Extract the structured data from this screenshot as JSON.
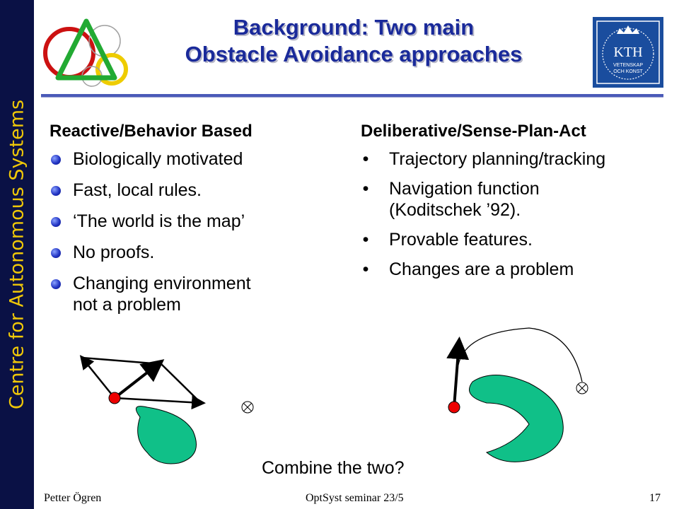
{
  "sidebar": {
    "text": "Centre for Autonomous Systems",
    "bg": "#0a1145",
    "text_color": "#f0c808"
  },
  "header": {
    "title_line1": "Background: Two main",
    "title_line2": "Obstacle Avoidance approaches",
    "title_color": "#1a2a9a",
    "kth_logo": {
      "text": "KTH",
      "subtext_line1": "VETENSKAP",
      "subtext_line2": "OCH KONST",
      "color": "#1a4d9e"
    }
  },
  "left_column": {
    "heading": "Reactive/Behavior Based",
    "items": [
      {
        "line1": "Biologically motivated",
        "line2": ""
      },
      {
        "line1": "Fast, local rules.",
        "line2": ""
      },
      {
        "line1": "‘The world is the map’",
        "line2": ""
      },
      {
        "line1": "No proofs.",
        "line2": ""
      },
      {
        "line1": "Changing environment",
        "line2": "not a problem"
      }
    ]
  },
  "right_column": {
    "heading": "Deliberative/Sense-Plan-Act",
    "bullet": "•",
    "items": [
      {
        "line1": "Trajectory planning/tracking",
        "line2": ""
      },
      {
        "line1": "Navigation function",
        "line2": "(Koditschek ’92)."
      },
      {
        "line1": "Provable features.",
        "line2": ""
      },
      {
        "line1": "Changes are a problem",
        "line2": ""
      }
    ]
  },
  "combine_text": "Combine the two?",
  "footer": {
    "author": "Petter Ögren",
    "seminar": "OptSyst seminar 23/5",
    "page": "17"
  },
  "colors": {
    "obstacle": "#10c088",
    "robot": "#ee0000"
  }
}
